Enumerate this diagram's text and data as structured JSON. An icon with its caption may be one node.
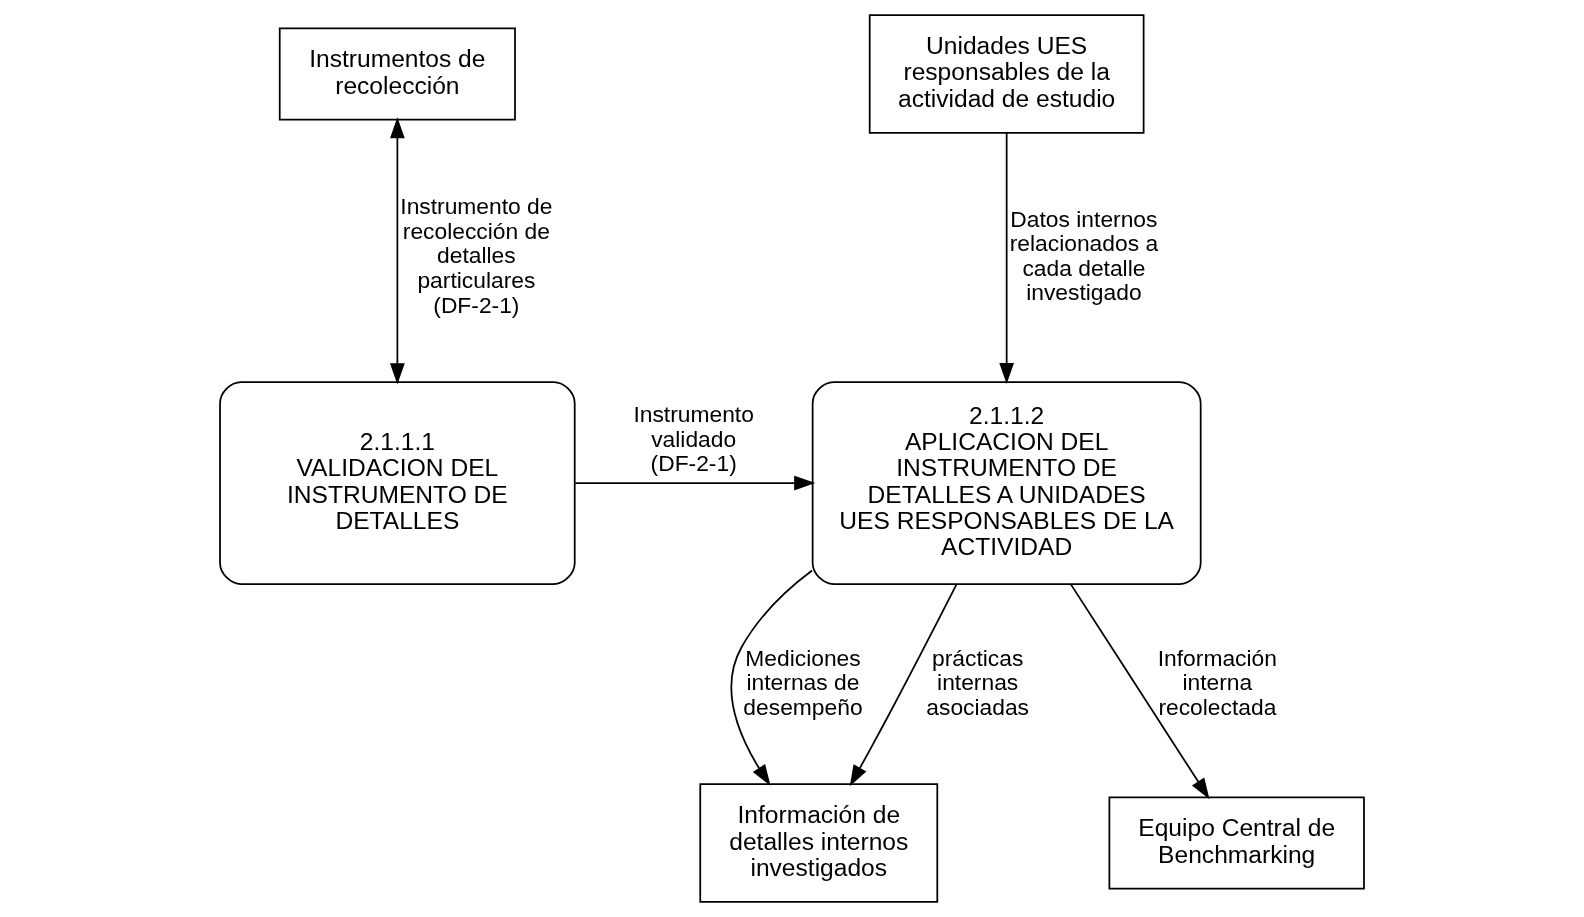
{
  "diagram": {
    "nodes": [
      {
        "text": [
          "Instrumentos de recolección"
        ]
      },
      {
        "text": [
          "Unidades UES responsables de la actividad de estudio"
        ]
      },
      {
        "text": [
          "Información de detalles internos investigados"
        ]
      },
      {
        "text": [
          "2.1.1.1",
          "VALIDACION DEL INSTRUMENTO DE DETALLES"
        ]
      },
      {
        "text": [
          "2.1.1.2",
          "APLICACION DEL INSTRUMENTO DE DETALLES A UNIDADES UES RESPONSABLES DE LA ACTIVIDAD"
        ]
      },
      {
        "text": [
          "Equipo Central de Benchmarking"
        ]
      }
    ],
    "edges": [
      {
        "from": 0,
        "to": 3,
        "arrow": "both",
        "label": "Instrumento de recolección de detalles particulares (DF-2-1)"
      },
      {
        "from": 1,
        "to": 4,
        "arrow": "to",
        "label": "Datos internos relacionados a cada detalle investigado"
      },
      {
        "from": 3,
        "to": 4,
        "arrow": "to",
        "label": "Instrumento validado (DF-2-1)"
      },
      {
        "from": 4,
        "to": 2,
        "arrow": "to",
        "label": "Mediciones internas de desempeño"
      },
      {
        "from": 4,
        "to": 2,
        "arrow": "to",
        "label": "prácticas internas asociadas"
      },
      {
        "from": 4,
        "to": 5,
        "arrow": "to",
        "label": "Información interna recolectada"
      }
    ]
  }
}
